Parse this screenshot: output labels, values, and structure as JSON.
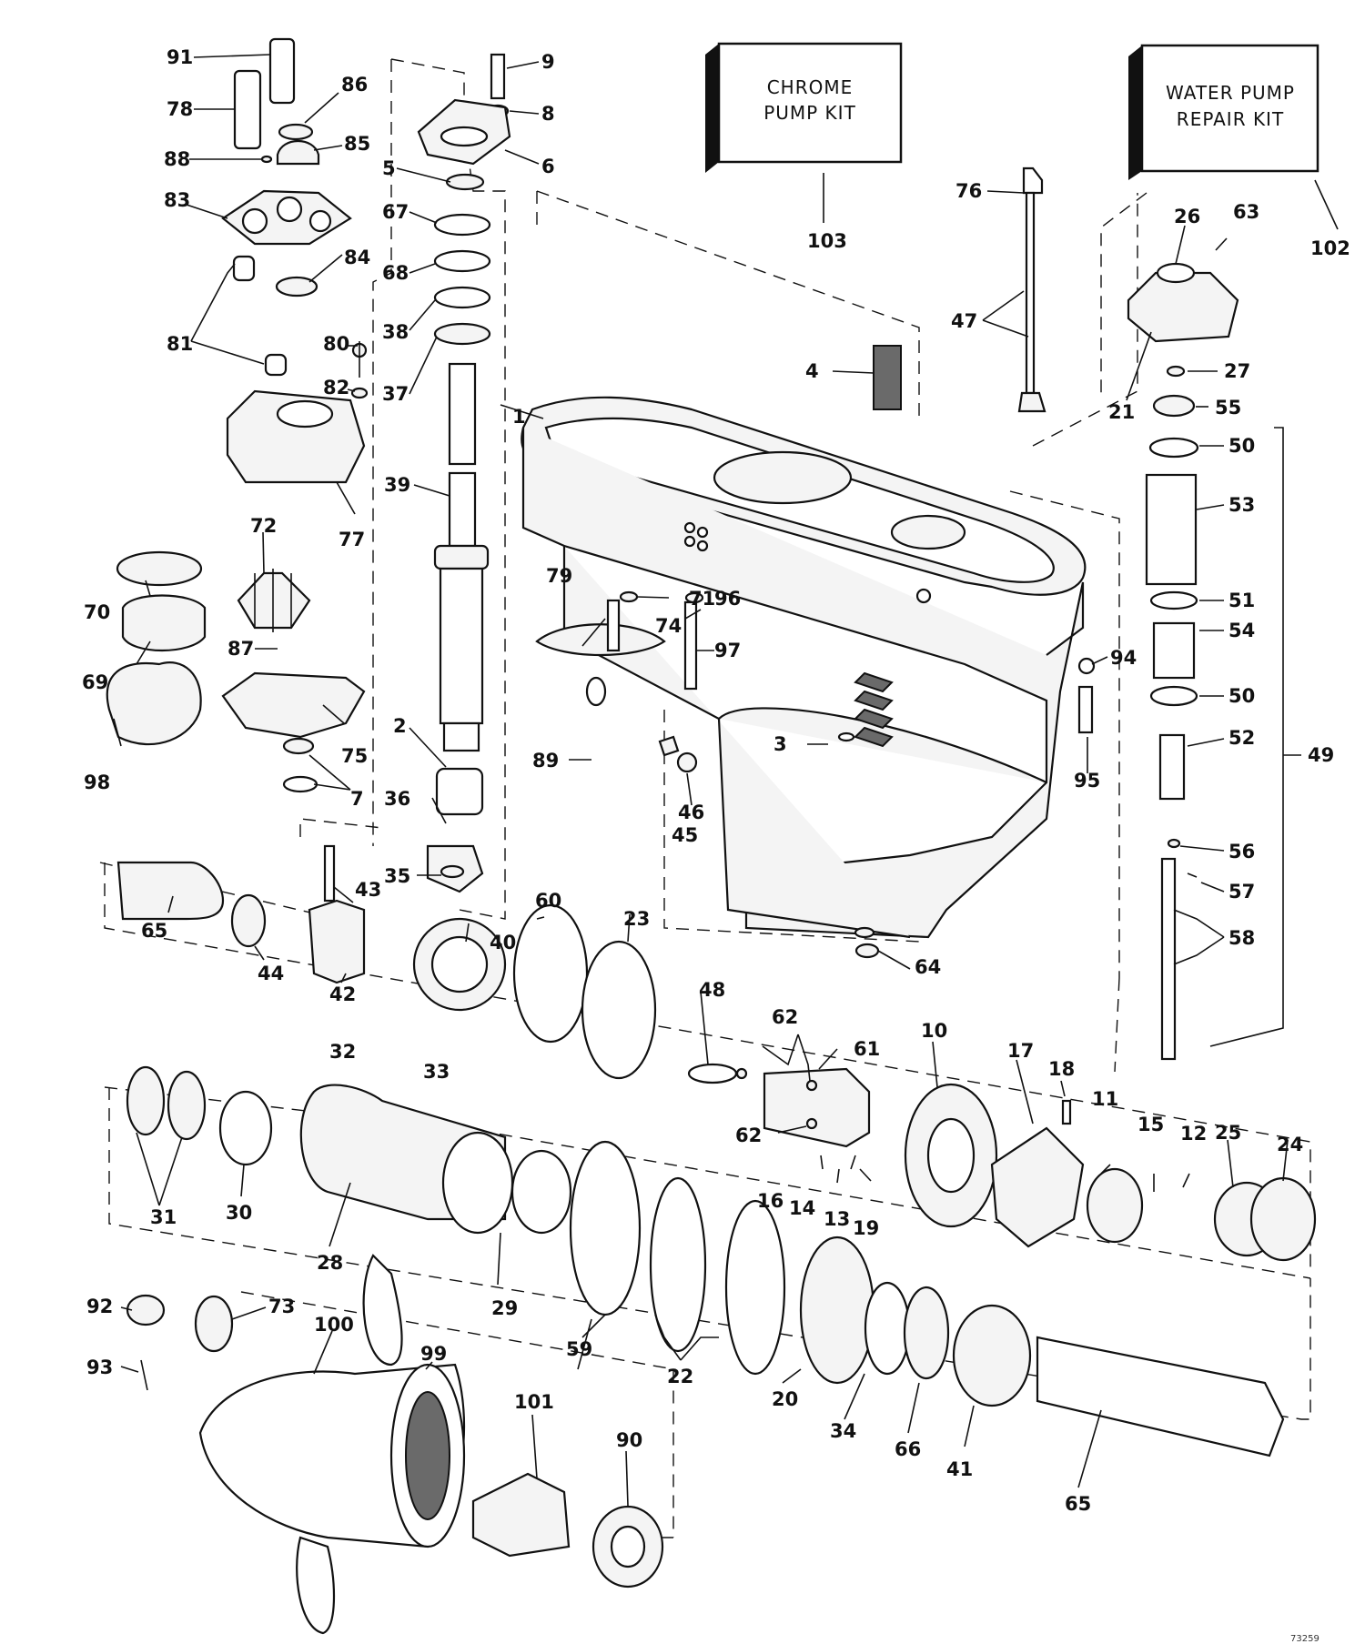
{
  "kits": {
    "chrome_pump": {
      "line1": "CHROME",
      "line2": "PUMP KIT",
      "number": "103"
    },
    "water_pump": {
      "line1": "WATER PUMP",
      "line2": "REPAIR KIT",
      "number": "102"
    }
  },
  "figure_number": "73259",
  "labels": {
    "p1": "1",
    "p2": "2",
    "p3": "3",
    "p4": "4",
    "p5": "5",
    "p6": "6",
    "p7": "7",
    "p8": "8",
    "p9": "9",
    "p10": "10",
    "p11": "11",
    "p12": "12",
    "p13": "13",
    "p14": "14",
    "p15": "15",
    "p16": "16",
    "p17": "17",
    "p18": "18",
    "p19": "19",
    "p20": "20",
    "p21": "21",
    "p22": "22",
    "p23": "23",
    "p24": "24",
    "p25": "25",
    "p26": "26",
    "p27": "27",
    "p28": "28",
    "p29": "29",
    "p30": "30",
    "p31": "31",
    "p32": "32",
    "p33": "33",
    "p34": "34",
    "p35": "35",
    "p36": "36",
    "p37": "37",
    "p38": "38",
    "p39": "39",
    "p40": "40",
    "p41": "41",
    "p42": "42",
    "p43": "43",
    "p44": "44",
    "p45": "45",
    "p46": "46",
    "p47": "47",
    "p48": "48",
    "p49": "49",
    "p50a": "50",
    "p50b": "50",
    "p51": "51",
    "p52": "52",
    "p53": "53",
    "p54": "54",
    "p55": "55",
    "p56": "56",
    "p57": "57",
    "p58": "58",
    "p59": "59",
    "p60": "60",
    "p61": "61",
    "p62a": "62",
    "p62b": "62",
    "p63": "63",
    "p64": "64",
    "p65a": "65",
    "p65b": "65",
    "p66": "66",
    "p67": "67",
    "p68": "68",
    "p69": "69",
    "p70": "70",
    "p71": "71",
    "p72": "72",
    "p73": "73",
    "p74": "74",
    "p75": "75",
    "p76": "76",
    "p77": "77",
    "p78": "78",
    "p79": "79",
    "p80": "80",
    "p81": "81",
    "p82": "82",
    "p83": "83",
    "p84": "84",
    "p85": "85",
    "p86": "86",
    "p87": "87",
    "p88": "88",
    "p89": "89",
    "p90": "90",
    "p91": "91",
    "p92": "92",
    "p93": "93",
    "p94": "94",
    "p95": "95",
    "p96": "96",
    "p97": "97",
    "p98": "98",
    "p99": "99",
    "p100": "100",
    "p101": "101"
  }
}
